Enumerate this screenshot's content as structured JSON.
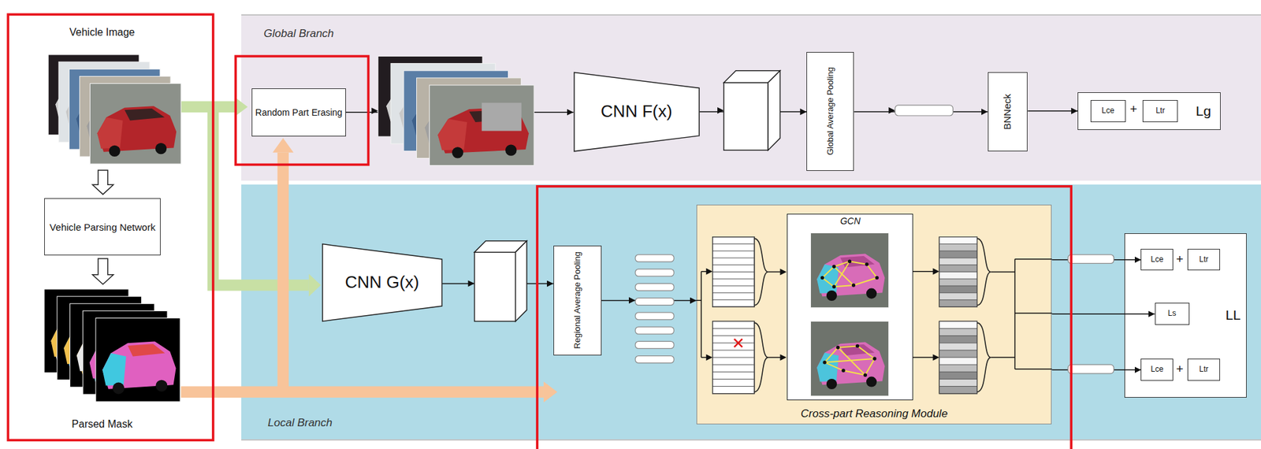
{
  "diagram": {
    "nodes": [
      {
        "text": [
          "Vehicle Parsing Network"
        ]
      },
      {
        "text": [
          "Global Branch"
        ]
      },
      {
        "text": [
          "Random Part Erasing"
        ],
        "in": 1
      },
      {
        "text": [
          "CNN F(x)"
        ],
        "in": 1
      },
      {
        "text": [
          "Global Average Pooling"
        ],
        "in": 1
      },
      {
        "text": [
          "BNNeck"
        ],
        "in": 1
      },
      {
        "text": [
          "Lg"
        ],
        "in": 1
      },
      {
        "text": [
          "Lce"
        ],
        "in": 6
      },
      {
        "text": [
          "Ltr"
        ],
        "in": 6
      },
      {
        "text": [
          "Local Branch"
        ]
      },
      {
        "text": [
          "CNN G(x)"
        ],
        "in": 9
      },
      {
        "text": [
          "Regional Average Pooling"
        ],
        "in": 9
      },
      {
        "text": [
          "Cross-part Reasoning Module"
        ],
        "in": 9
      },
      {
        "text": [
          "GCN"
        ],
        "in": 12
      },
      {
        "text": [
          "LL"
        ],
        "in": 9
      },
      {
        "text": [
          "Lce"
        ],
        "in": 14
      },
      {
        "text": [
          "Ltr"
        ],
        "in": 14
      },
      {
        "text": [
          "Ls"
        ],
        "in": 14
      },
      {
        "text": [
          "Lce"
        ],
        "in": 14
      },
      {
        "text": [
          "Ltr"
        ],
        "in": 14
      }
    ],
    "edges": [
      {
        "from": 2,
        "to": 3,
        "arrow": "to"
      },
      {
        "from": 3,
        "to": 4,
        "arrow": "to"
      },
      {
        "from": 4,
        "to": 5,
        "arrow": "to"
      },
      {
        "from": 5,
        "to": 6,
        "arrow": "to"
      },
      {
        "from": 10,
        "to": 11,
        "arrow": "to"
      },
      {
        "from": 11,
        "to": 12,
        "arrow": "to"
      },
      {
        "from": 12,
        "to": 15,
        "arrow": "to"
      },
      {
        "from": 12,
        "to": 17,
        "arrow": "to"
      },
      {
        "from": 12,
        "to": 18,
        "arrow": "to"
      }
    ],
    "labels": [
      "Vehicle Image",
      "Parsed Mask",
      "+",
      "+",
      "+"
    ]
  }
}
